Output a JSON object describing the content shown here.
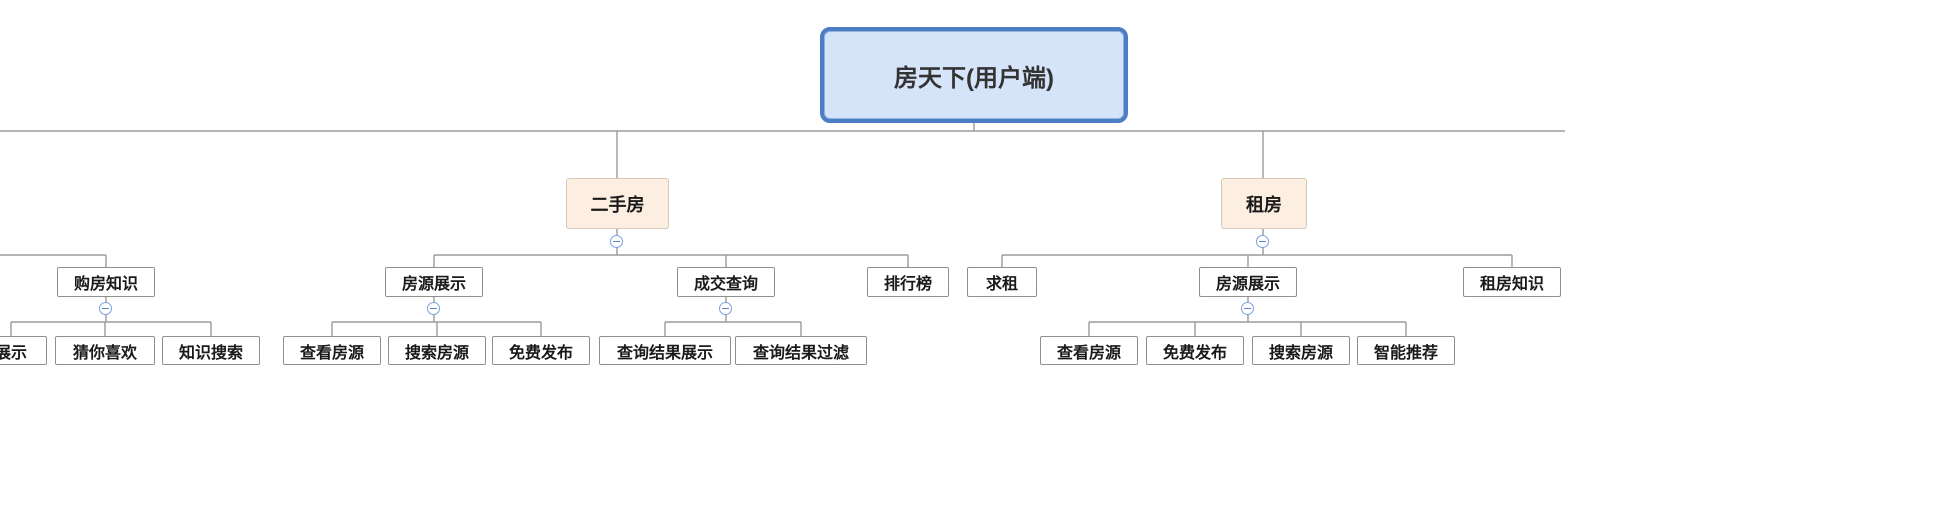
{
  "root": {
    "label": "房天下(用户端)"
  },
  "branches": [
    {
      "label": "二手房"
    },
    {
      "label": "租房"
    }
  ],
  "level3": [
    {
      "label": "购房知识"
    },
    {
      "label": "房源展示"
    },
    {
      "label": "成交查询"
    },
    {
      "label": "排行榜"
    },
    {
      "label": "求租"
    },
    {
      "label": "房源展示"
    },
    {
      "label": "租房知识"
    }
  ],
  "level4": [
    {
      "label": "展示"
    },
    {
      "label": "猜你喜欢"
    },
    {
      "label": "知识搜索"
    },
    {
      "label": "查看房源"
    },
    {
      "label": "搜索房源"
    },
    {
      "label": "免费发布"
    },
    {
      "label": "查询结果展示"
    },
    {
      "label": "查询结果过滤"
    },
    {
      "label": "查看房源"
    },
    {
      "label": "免费发布"
    },
    {
      "label": "搜索房源"
    },
    {
      "label": "智能推荐"
    }
  ],
  "colors": {
    "root_fill": "#d5e4f8",
    "root_border": "#4d7ec4",
    "branch_fill": "#fceee0",
    "branch_border": "#d9c7b8",
    "node_fill": "#ffffff",
    "node_border": "#8f8f8f",
    "connector": "#9b9b9b",
    "collapse_icon": "#6a93d4"
  }
}
